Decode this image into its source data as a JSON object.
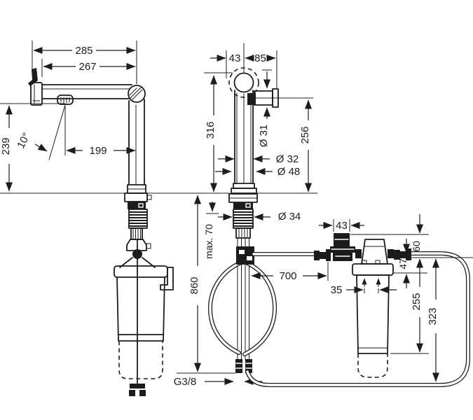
{
  "drawing": {
    "type": "technical-dimension-drawing",
    "colors": {
      "line": "#1c1c1c",
      "background": "#ffffff"
    },
    "side": {
      "dim_overall_width": "285",
      "dim_spout_width": "267",
      "dim_spout_height": "239",
      "dim_spray_angle": "10°",
      "dim_aerator_reach": "199"
    },
    "front": {
      "dim_pivot_offset": "43",
      "dim_handle_offset": "85",
      "dim_body_height": "316",
      "dim_handle_diameter": "Ø 31",
      "dim_outlet_height": "256",
      "dim_body_diameter": "Ø 32",
      "dim_base_diameter": "Ø 48",
      "dim_max_counter_thickness": "max. 70",
      "dim_shank_diameter": "Ø 34",
      "dim_hose_length_below": "860",
      "dim_side_hose_length": "700",
      "dim_connection_thread": "G3/8"
    },
    "filter": {
      "dim_valve_width": "43",
      "dim_valve_offset": "60",
      "dim_head_offset": "47",
      "dim_port_spacing": "35",
      "dim_cartridge_height": "255",
      "dim_total_height": "323"
    }
  }
}
